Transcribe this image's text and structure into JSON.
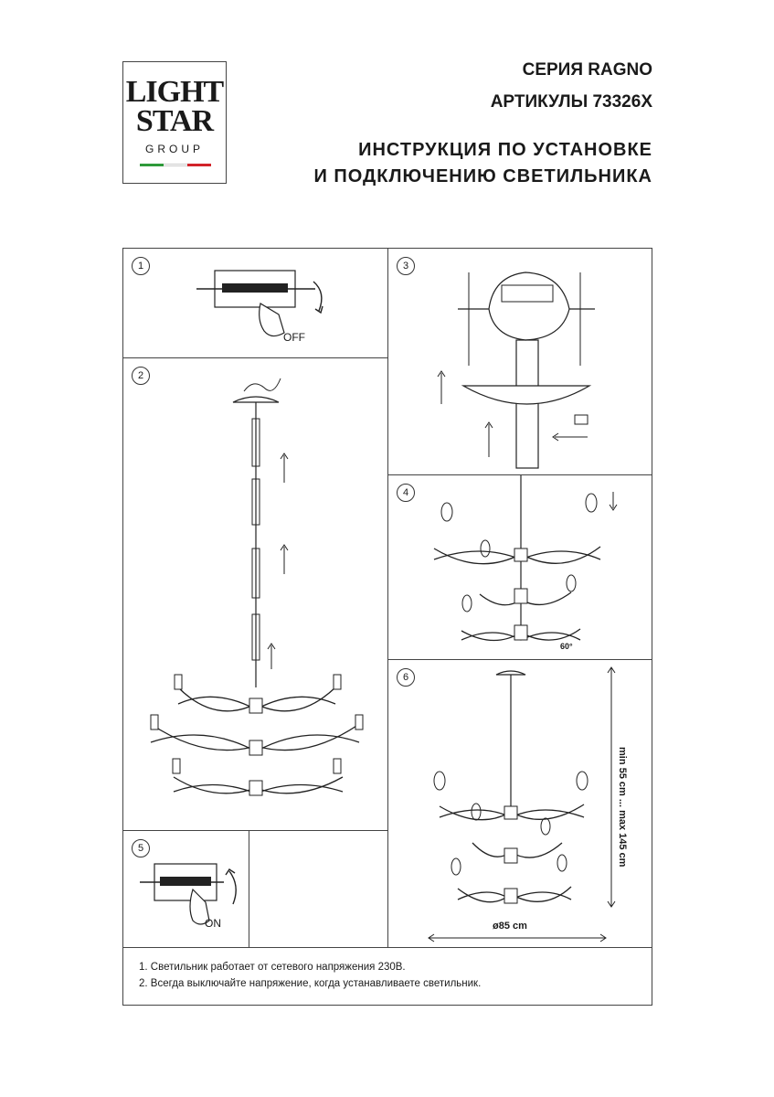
{
  "logo": {
    "line1": "LIGHT",
    "line2": "STAR",
    "line3": "GROUP"
  },
  "header": {
    "series": "СЕРИЯ RAGNO",
    "articles": "АРТИКУЛЫ 73326X",
    "title_line1": "ИНСТРУКЦИЯ ПО УСТАНОВКЕ",
    "title_line2": "И ПОДКЛЮЧЕНИЮ СВЕТИЛЬНИКА"
  },
  "steps": [
    {
      "number": "1",
      "label": "OFF"
    },
    {
      "number": "2"
    },
    {
      "number": "3"
    },
    {
      "number": "4",
      "angle": "60°"
    },
    {
      "number": "5",
      "label": "ON"
    },
    {
      "number": "6",
      "height": "min 55 cm ... max 145 cm",
      "diameter": "ø85 cm"
    }
  ],
  "notes": [
    "1. Светильник работает от сетевого напряжения 230В.",
    "2. Всегда выключайте напряжение, когда устанавливаете светильник."
  ],
  "colors": {
    "flag_green": "#2e9a3a",
    "flag_white": "#ffffff",
    "flag_red": "#d2232a"
  }
}
